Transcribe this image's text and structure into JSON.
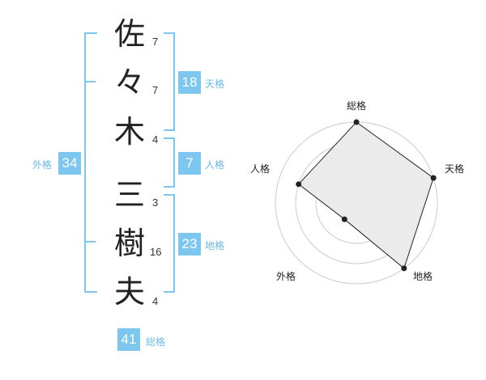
{
  "name": {
    "chars": [
      {
        "char": "佐",
        "strokes": "7"
      },
      {
        "char": "々",
        "strokes": "7"
      },
      {
        "char": "木",
        "strokes": "4"
      },
      {
        "char": "三",
        "strokes": "3"
      },
      {
        "char": "樹",
        "strokes": "16"
      },
      {
        "char": "夫",
        "strokes": "4"
      }
    ]
  },
  "fortune": {
    "tenkaku": {
      "label": "天格",
      "value": "18"
    },
    "jinkaku": {
      "label": "人格",
      "value": "7"
    },
    "chikaku": {
      "label": "地格",
      "value": "23"
    },
    "gaikaku": {
      "label": "外格",
      "value": "34"
    },
    "soukaku": {
      "label": "総格",
      "value": "41"
    }
  },
  "radar": {
    "labels": {
      "top": "総格",
      "right": "天格",
      "bottom_right": "地格",
      "bottom_left": "外格",
      "left": "人格"
    },
    "levels": 4,
    "scores": {
      "soukaku": 4,
      "tenkaku": 4,
      "chikaku": 4,
      "gaikaku": 1,
      "jinkaku": 3
    }
  },
  "colors": {
    "accent": "#7cc6f0",
    "radar_fill": "#ebebeb"
  }
}
